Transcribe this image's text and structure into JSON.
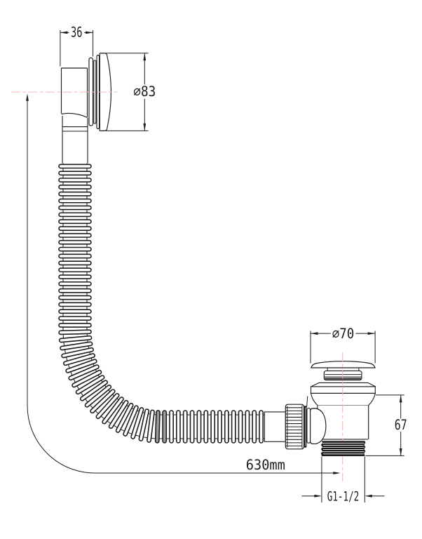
{
  "drawing": {
    "dimensions": {
      "overflow_body_width": {
        "label": "36"
      },
      "overflow_cover_diameter": {
        "label": "⌀83"
      },
      "plug_cap_diameter": {
        "label": "⌀70"
      },
      "waste_body_height": {
        "label": "67"
      },
      "hose_length": {
        "label": "630mm"
      },
      "outlet_thread": {
        "label": "G1-1/2"
      }
    },
    "colors": {
      "ink": "#1c1c1c",
      "centerline": "#f5b6b4",
      "background": "#ffffff",
      "ridge_shade": "#9c9c9c"
    }
  }
}
